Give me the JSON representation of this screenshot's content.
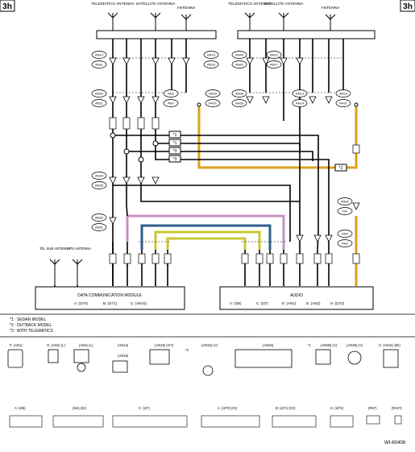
{
  "page_tag": "3h",
  "figure_id": "WI-60408",
  "antenna_groups": {
    "left": [
      "TELEMATICS ANTENNA",
      "SATELLITE ANTENNA",
      "ANTENNA"
    ],
    "right": [
      "TELEMATICS ANTENNA",
      "SATELLITE ANTENNA",
      "ANTENNA"
    ],
    "bottom": [
      "TEL SUB ANTENNA",
      "GPS ANTENNA"
    ]
  },
  "connectors": {
    "left_top": [
      "AN10",
      "AN11",
      "AN15",
      "AN16",
      "AN20",
      "AN21",
      "AN3",
      "AN7",
      "AN18",
      "R437",
      "AN34",
      "AN35",
      "AN32",
      "AN31"
    ],
    "right_top": [
      "AN40",
      "AN41",
      "AN12",
      "AN17",
      "AN38",
      "AN39",
      "AN13",
      "AN14",
      "AN18",
      "R437",
      "R500",
      "I54",
      "AN4",
      "AN2"
    ]
  },
  "joint_markers": [
    "*1",
    "*1",
    "*3",
    "*3",
    "*2"
  ],
  "modules": {
    "dcm": {
      "title": "DATA COMMUNICATION MODULE",
      "conns": [
        "A: (i270)",
        "B: (i271)",
        "C: (AN41)"
      ]
    },
    "audio": {
      "title": "AUDIO",
      "conns": [
        "A: (i35)",
        "C: (i37)",
        "E: (AN1)",
        "D: (AN2)",
        "H: (i272)"
      ]
    }
  },
  "legend": [
    "*1 : SEDAN MODEL",
    "*2 : OUTBACK MODEL",
    "*3 : WITH TELEMATICS"
  ],
  "connector_views_row1": [
    "F: (AN1)",
    "G: (AN2) (L)",
    "(AN4) (L)",
    "(AN14)",
    "(AN16)",
    "(AN19) (GY)",
    "*2",
    "(AN32) (V)",
    "(AN34)",
    "*1",
    "(AN38) (V)",
    "(AN39) (V)",
    "C: (AN41) (Br)"
  ],
  "connector_views_row2": [
    "A: (i35)",
    "(I54) (Gr)",
    "C: (i37)",
    "A: (i270) (Gr)",
    "B: (i271) (Gr)",
    "H: (i272)",
    "(R97)",
    "(R437)"
  ]
}
